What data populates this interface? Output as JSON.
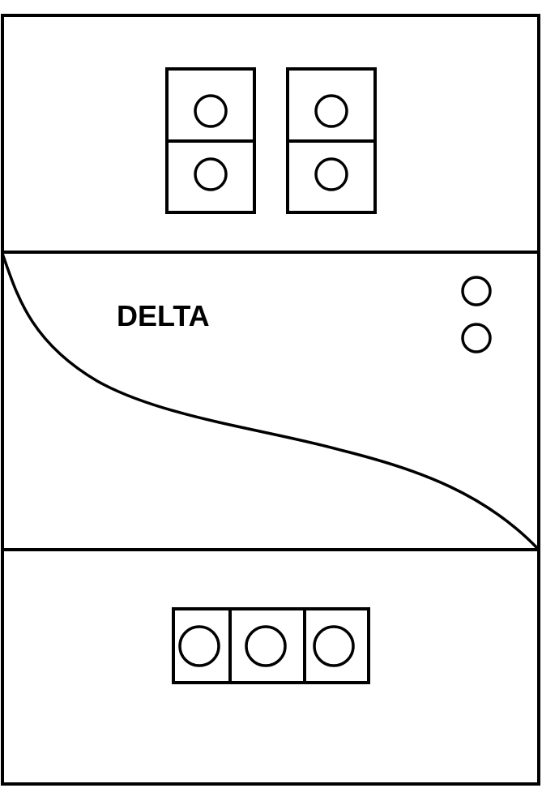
{
  "device": {
    "brand_label": "DELTA"
  },
  "colors": {
    "stroke": "#000000",
    "background": "#ffffff"
  },
  "top_section": {
    "terminal_blocks": 2,
    "terminals_per_block": 2
  },
  "middle_section": {
    "indicators": 2
  },
  "bottom_section": {
    "terminals": 3
  }
}
